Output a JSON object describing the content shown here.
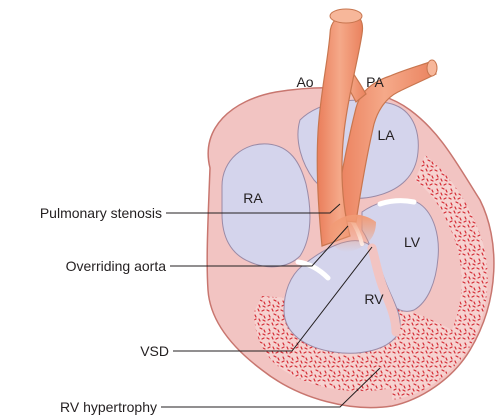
{
  "chambers": {
    "ra": "RA",
    "la": "LA",
    "lv": "LV",
    "rv": "RV",
    "aorta": "Ao",
    "pulmonary_artery": "PA"
  },
  "callouts": [
    {
      "key": "pulmonary_stenosis",
      "text": "Pulmonary stenosis"
    },
    {
      "key": "overriding_aorta",
      "text": "Overriding aorta"
    },
    {
      "key": "vsd",
      "text": "VSD"
    },
    {
      "key": "rv_hypertrophy",
      "text": "RV hypertrophy"
    }
  ],
  "colors": {
    "wall": "#f2c4c2",
    "wall_outline": "#c8766f",
    "chamber": "#d4d4ec",
    "vessel": "#f19a74",
    "vessel_outline": "#c8764f",
    "hypertrophy_speckle": "#d42a33"
  }
}
